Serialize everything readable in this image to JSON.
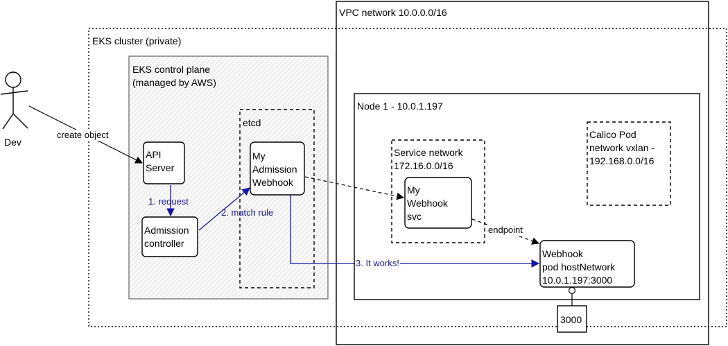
{
  "vpc": {
    "label": "VPC network 10.0.0.0/16"
  },
  "eks_cluster": {
    "label": "EKS cluster (private)"
  },
  "control_plane": {
    "label": "EKS control plane\n(managed by AWS)"
  },
  "etcd": {
    "label": "etcd"
  },
  "node": {
    "label": "Node 1 - 10.0.1.197"
  },
  "service_network": {
    "label": "Service network\n172.16.0.0/16"
  },
  "calico": {
    "label": "Calico Pod\nnetwork vxlan -\n192.168.0.0/16"
  },
  "actor": {
    "label": "Dev"
  },
  "api_server": {
    "label": "API\nServer"
  },
  "admission_controller": {
    "label": "Admission\ncontroller"
  },
  "my_webhook_config": {
    "label": "My\nAdmission\nWebhook"
  },
  "webhook_svc": {
    "label": "My\nWebhook\nsvc"
  },
  "webhook_pod": {
    "label": "Webhook\npod  hostNetwork\n10.0.1.197:3000"
  },
  "port": {
    "label": "3000"
  },
  "edges": {
    "create_object": "create object",
    "request": "1. request",
    "match_rule": "2. match rule",
    "it_works": "3. It works!",
    "endpoint": "endpoint"
  },
  "colors": {
    "flow": "#1515a8",
    "line": "#000000",
    "hatch": "#e4e4e4"
  }
}
